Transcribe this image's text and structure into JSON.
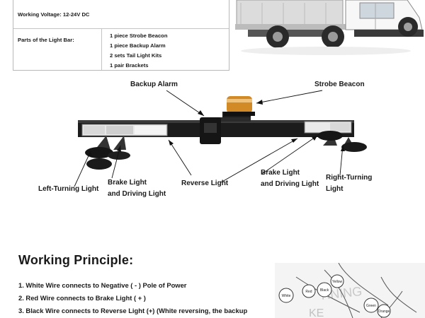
{
  "spec": {
    "voltage_label": "Working Voltage: 12-24V DC",
    "parts_label": "Parts of the Light Bar:",
    "parts": [
      "1 piece Strobe Beacon",
      "1 piece Backup Alarm",
      "2 sets Tail Light Kits",
      "1 pair Brackets"
    ]
  },
  "diagram": {
    "backup_alarm": "Backup Alarm",
    "strobe_beacon": "Strobe Beacon",
    "left_turning": "Left-Turning Light",
    "brake_driving_left_1": "Brake Light",
    "brake_driving_left_2": "and Driving Light",
    "reverse": "Reverse Light",
    "brake_driving_right_1": "Brake Light",
    "brake_driving_right_2": "and Driving Light",
    "right_turning_1": "Right-Turning",
    "right_turning_2": "Light"
  },
  "principle": {
    "heading": "Working Principle:",
    "items": [
      "1.  White Wire connects to Negative ( - ) Pole of Power",
      "2. Red Wire connects to Brake Light ( + )",
      "3. Black Wire connects to Reverse Light (+) (White reversing, the backup"
    ]
  },
  "wire_photo": {
    "tags": [
      "White",
      "Red",
      "Black",
      "Yellow",
      "Green",
      "Orange"
    ],
    "bg_text_1": "RNING",
    "bg_text_2": "KE"
  }
}
